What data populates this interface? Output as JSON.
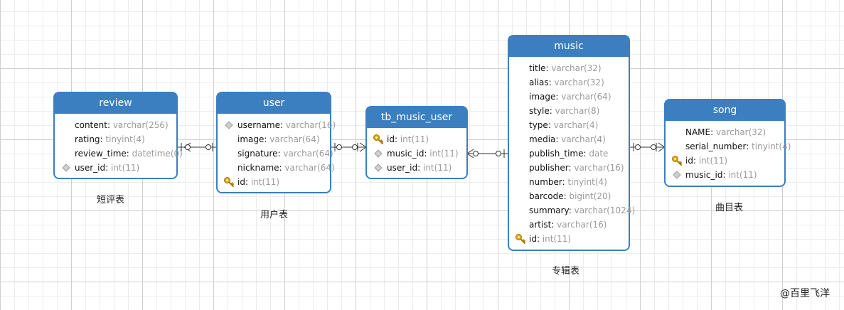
{
  "entities": {
    "review": {
      "title": "review",
      "caption": "短评表",
      "fields": [
        {
          "name": "content",
          "sep": ":",
          "type": " varchar(256)",
          "marker": "none"
        },
        {
          "name": "rating",
          "sep": ":",
          "type": " tinyint(4)",
          "marker": "none"
        },
        {
          "name": "review_time",
          "sep": ":",
          "type": " datetime(0)",
          "marker": "none"
        },
        {
          "name": "user_id",
          "sep": ":",
          "type": " int(11)",
          "marker": "fk"
        }
      ]
    },
    "user": {
      "title": "user",
      "caption": "用户表",
      "fields": [
        {
          "name": "username",
          "sep": ":",
          "type": " varchar(16)",
          "marker": "fk"
        },
        {
          "name": "image",
          "sep": ":",
          "type": " varchar(64)",
          "marker": "none"
        },
        {
          "name": "signature",
          "sep": ":",
          "type": " varchar(64)",
          "marker": "none"
        },
        {
          "name": "nickname",
          "sep": ":",
          "type": " varchar(64)",
          "marker": "none"
        },
        {
          "name": "id",
          "sep": ":",
          "type": " int(11)",
          "marker": "pk"
        }
      ]
    },
    "tb_music_user": {
      "title": "tb_music_user",
      "fields": [
        {
          "name": "id",
          "sep": ":",
          "type": " int(11)",
          "marker": "pk"
        },
        {
          "name": "music_id",
          "sep": ":",
          "type": " int(11)",
          "marker": "fk"
        },
        {
          "name": "user_id",
          "sep": ":",
          "type": " int(11)",
          "marker": "fk"
        }
      ]
    },
    "music": {
      "title": "music",
      "caption": "专辑表",
      "fields": [
        {
          "name": "title",
          "sep": ":",
          "type": " varchar(32)",
          "marker": "none"
        },
        {
          "name": "alias",
          "sep": ":",
          "type": " varchar(32)",
          "marker": "none"
        },
        {
          "name": "image",
          "sep": ":",
          "type": " varchar(64)",
          "marker": "none"
        },
        {
          "name": "style",
          "sep": ":",
          "type": " varchar(8)",
          "marker": "none"
        },
        {
          "name": "type",
          "sep": ":",
          "type": " varchar(4)",
          "marker": "none"
        },
        {
          "name": "media",
          "sep": ":",
          "type": " varchar(4)",
          "marker": "none"
        },
        {
          "name": "publish_time",
          "sep": ":",
          "type": " date",
          "marker": "none"
        },
        {
          "name": "publisher",
          "sep": ":",
          "type": " varchar(16)",
          "marker": "none"
        },
        {
          "name": "number",
          "sep": ":",
          "type": " tinyint(4)",
          "marker": "none"
        },
        {
          "name": "barcode",
          "sep": ":",
          "type": " bigint(20)",
          "marker": "none"
        },
        {
          "name": "summary",
          "sep": ":",
          "type": " varchar(1024)",
          "marker": "none"
        },
        {
          "name": "artist",
          "sep": ":",
          "type": " varchar(16)",
          "marker": "none"
        },
        {
          "name": "id",
          "sep": ":",
          "type": " int(11)",
          "marker": "pk"
        }
      ]
    },
    "song": {
      "title": "song",
      "caption": "曲目表",
      "fields": [
        {
          "name": "NAME",
          "sep": ":",
          "type": " varchar(32)",
          "marker": "none"
        },
        {
          "name": "serial_number",
          "sep": ":",
          "type": " tinyint(4)",
          "marker": "none"
        },
        {
          "name": "id",
          "sep": ":",
          "type": " int(11)",
          "marker": "pk"
        },
        {
          "name": "music_id",
          "sep": ":",
          "type": " int(11)",
          "marker": "fk"
        }
      ]
    }
  },
  "watermark": "@百里飞洋",
  "colors": {
    "header": "#3b7fc0",
    "border": "#3b7fc0",
    "type_text": "#9a9a9a",
    "connector": "#333333",
    "key_gold": "#e0a800",
    "fk_gray": "#bdbdbd"
  }
}
